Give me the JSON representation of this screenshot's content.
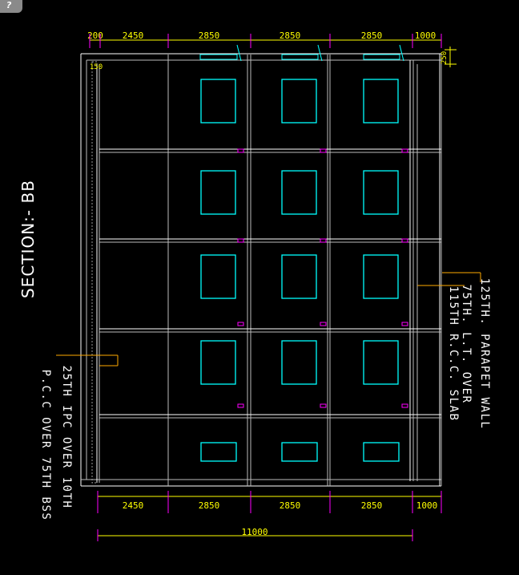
{
  "title": "SECTION:- BB",
  "top_dimensions": [
    "200",
    "2450",
    "2850",
    "2850",
    "2850",
    "1000"
  ],
  "bottom_dimensions": [
    "2450",
    "2850",
    "2850",
    "2850",
    "1000"
  ],
  "overall_dimension": "11000",
  "small_dims": {
    "left_150": "150",
    "right_250": "250"
  },
  "notes": {
    "parapet_wall": "125TH. PARAPET WALL",
    "lt_over": "75TH. L.T. OVER",
    "rcc_slab": "115TH R.C.C. SLAB",
    "ipc": "25TH IPC OVER 10TH",
    "pcc": "P.C.C OVER 75TH BSS"
  },
  "colors": {
    "background": "#000000",
    "lines": "#ffffff",
    "dimension": "#ffff00",
    "tick": "#ff00ff",
    "window": "#00ffff",
    "leader": "#ffaa00"
  },
  "icons": {
    "help": "question-icon"
  }
}
